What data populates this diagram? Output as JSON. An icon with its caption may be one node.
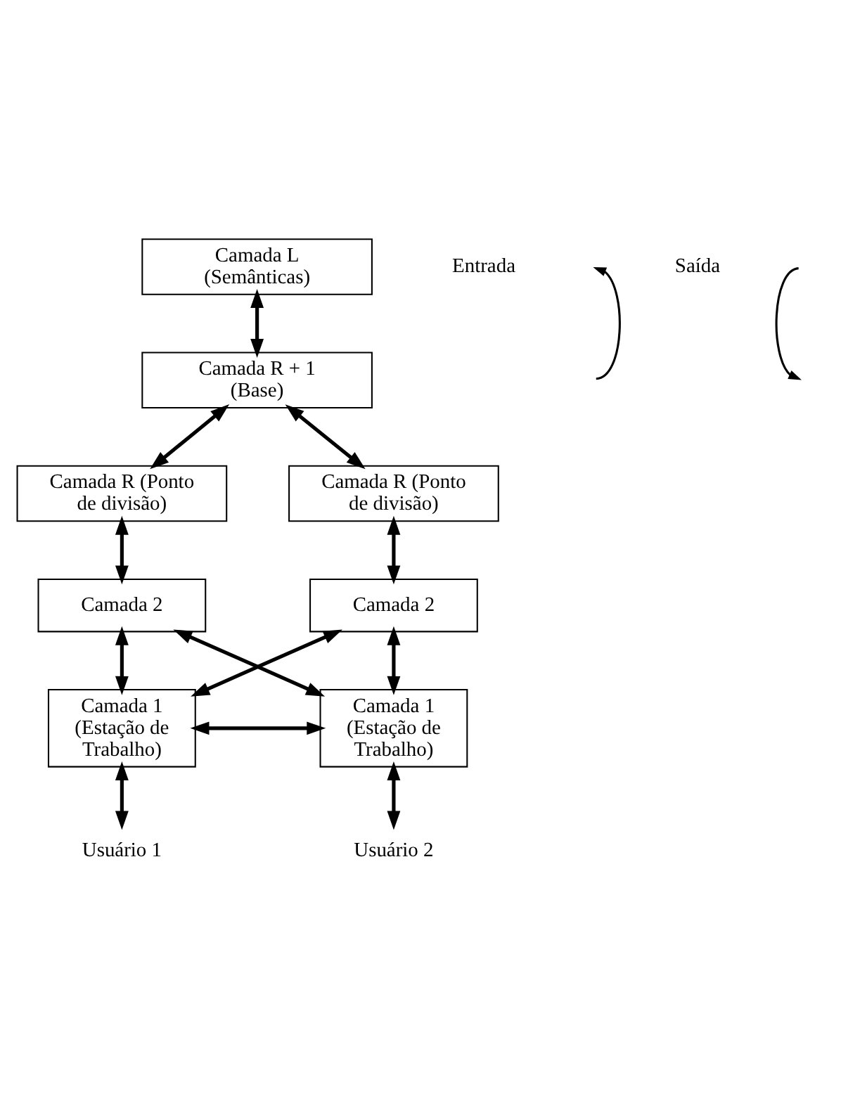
{
  "diagram": {
    "nodes": [
      {
        "text": [
          "Camada L (Semânticas)"
        ]
      },
      {
        "text": [
          "Camada R + 1 (Base)"
        ]
      },
      {
        "text": [
          "Camada R (Ponto de divisão)"
        ]
      },
      {
        "text": [
          "Camada R (Ponto de divisão)"
        ]
      },
      {
        "text": [
          "Camada 2"
        ]
      },
      {
        "text": [
          "Camada 2"
        ]
      },
      {
        "text": [
          "Camada 1 (Estação de Trabalho)"
        ]
      },
      {
        "text": [
          "Camada 1 (Estação de Trabalho)"
        ]
      },
      {
        "text": [
          "Usuário 1"
        ]
      },
      {
        "text": [
          "Usuário 2"
        ]
      }
    ],
    "edges": [
      {
        "from": 0,
        "to": 1,
        "arrow": "both"
      },
      {
        "from": 1,
        "to": 2,
        "arrow": "both"
      },
      {
        "from": 1,
        "to": 3,
        "arrow": "both"
      },
      {
        "from": 2,
        "to": 4,
        "arrow": "both"
      },
      {
        "from": 3,
        "to": 5,
        "arrow": "both"
      },
      {
        "from": 4,
        "to": 6,
        "arrow": "both"
      },
      {
        "from": 4,
        "to": 7,
        "arrow": "both"
      },
      {
        "from": 5,
        "to": 6,
        "arrow": "both"
      },
      {
        "from": 5,
        "to": 7,
        "arrow": "both"
      },
      {
        "from": 6,
        "to": 7,
        "arrow": "both"
      },
      {
        "from": 6,
        "to": 8,
        "arrow": "both"
      },
      {
        "from": 7,
        "to": 9,
        "arrow": "both"
      }
    ],
    "labels": [
      "Entrada",
      "Saída"
    ]
  }
}
